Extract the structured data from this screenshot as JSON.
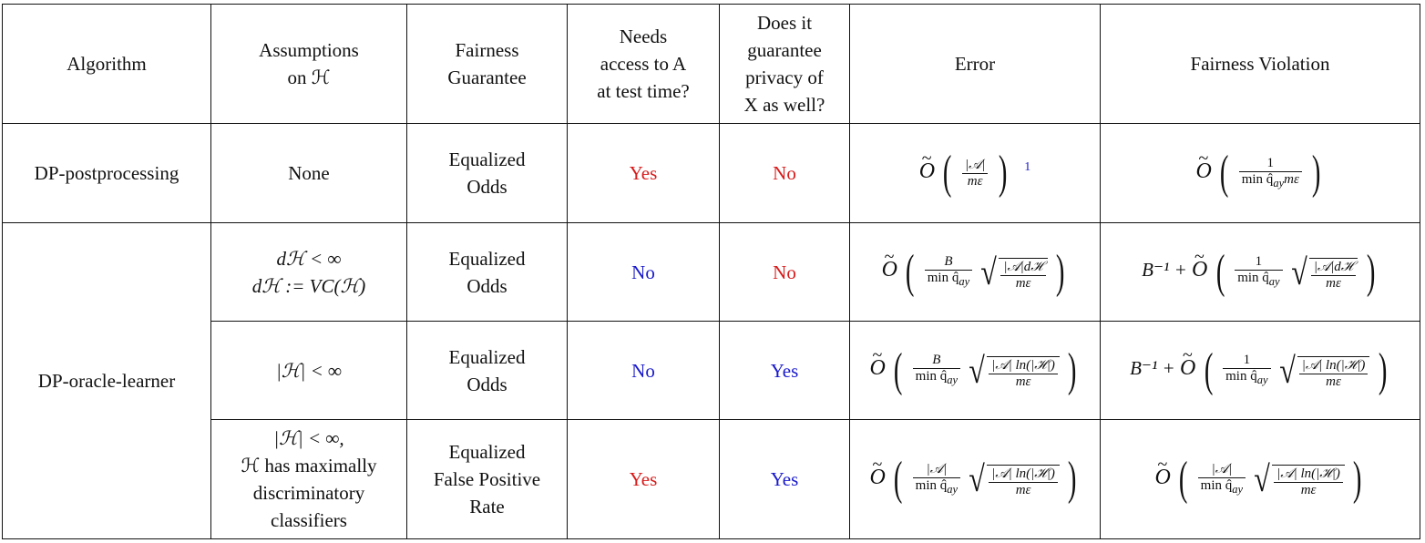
{
  "table": {
    "headers": [
      "Algorithm",
      "Assumptions on ℋ",
      "Fairness Guarantee",
      "Needs access to A at test time?",
      "Does it guarantee privacy of X as well?",
      "Error",
      "Fairness Violation"
    ],
    "header_lines": {
      "assumptions": [
        "Assumptions",
        "on ℋ"
      ],
      "fairness": [
        "Fairness",
        "Guarantee"
      ],
      "needs": [
        "Needs",
        "access to A",
        "at test time?"
      ],
      "privacy": [
        "Does it",
        "guarantee",
        "privacy of",
        "X as well?"
      ]
    },
    "rows": [
      {
        "algorithm": "DP-postprocessing",
        "assumptions": [
          "None"
        ],
        "fairness": [
          "Equalized",
          "Odds"
        ],
        "needs_A": "Yes",
        "needs_A_color": "#d81b1b",
        "privacy_X": "No",
        "privacy_X_color": "#d81b1b",
        "error": "Õ( |𝒜| / mε )",
        "error_footnote": "1",
        "fairness_violation": "Õ( 1 / (min q̂_ay mε) )"
      },
      {
        "algorithm": "DP-oracle-learner",
        "assumptions": [
          "dℋ < ∞",
          "dℋ := VC(ℋ)"
        ],
        "fairness": [
          "Equalized",
          "Odds"
        ],
        "needs_A": "No",
        "needs_A_color": "#1a1acc",
        "privacy_X": "No",
        "privacy_X_color": "#d81b1b",
        "error": "Õ( B / min q̂_ay · sqrt(|𝒜| dℋ / mε) )",
        "fairness_violation": "B⁻¹ + Õ( 1 / min q̂_ay · sqrt(|𝒜| dℋ / mε) )"
      },
      {
        "algorithm": "DP-oracle-learner",
        "assumptions": [
          "|ℋ| < ∞"
        ],
        "fairness": [
          "Equalized",
          "Odds"
        ],
        "needs_A": "No",
        "needs_A_color": "#1a1acc",
        "privacy_X": "Yes",
        "privacy_X_color": "#1a1acc",
        "error": "Õ( B / min q̂_ay · sqrt(|𝒜| ln(|ℋ|) / mε) )",
        "fairness_violation": "B⁻¹ + Õ( 1 / min q̂_ay · sqrt(|𝒜| ln(|ℋ|) / mε) )"
      },
      {
        "algorithm": "DP-oracle-learner",
        "assumptions": [
          "|ℋ| < ∞,",
          "ℋ has maximally",
          "discriminatory",
          "classifiers"
        ],
        "fairness": [
          "Equalized",
          "False Positive",
          "Rate"
        ],
        "needs_A": "Yes",
        "needs_A_color": "#d81b1b",
        "privacy_X": "Yes",
        "privacy_X_color": "#1a1acc",
        "error": "Õ( |𝒜| / min q̂_ay · sqrt(|𝒜| ln(|ℋ|) / mε) )",
        "fairness_violation": "Õ( |𝒜| / min q̂_ay · sqrt(|𝒜| ln(|ℋ|) / mε) )"
      }
    ],
    "math_parts": {
      "A": "|𝒜|",
      "meps": "mε",
      "minq": "min q̂",
      "ay": "ay",
      "B": "B",
      "one": "1",
      "Binv": "B⁻¹ +",
      "AdH": "|𝒜|dℋ",
      "AlnH": "|𝒜| ln(|ℋ|)",
      "O": "O",
      "lp": "(",
      "rp": ")",
      "rad": "√"
    }
  }
}
